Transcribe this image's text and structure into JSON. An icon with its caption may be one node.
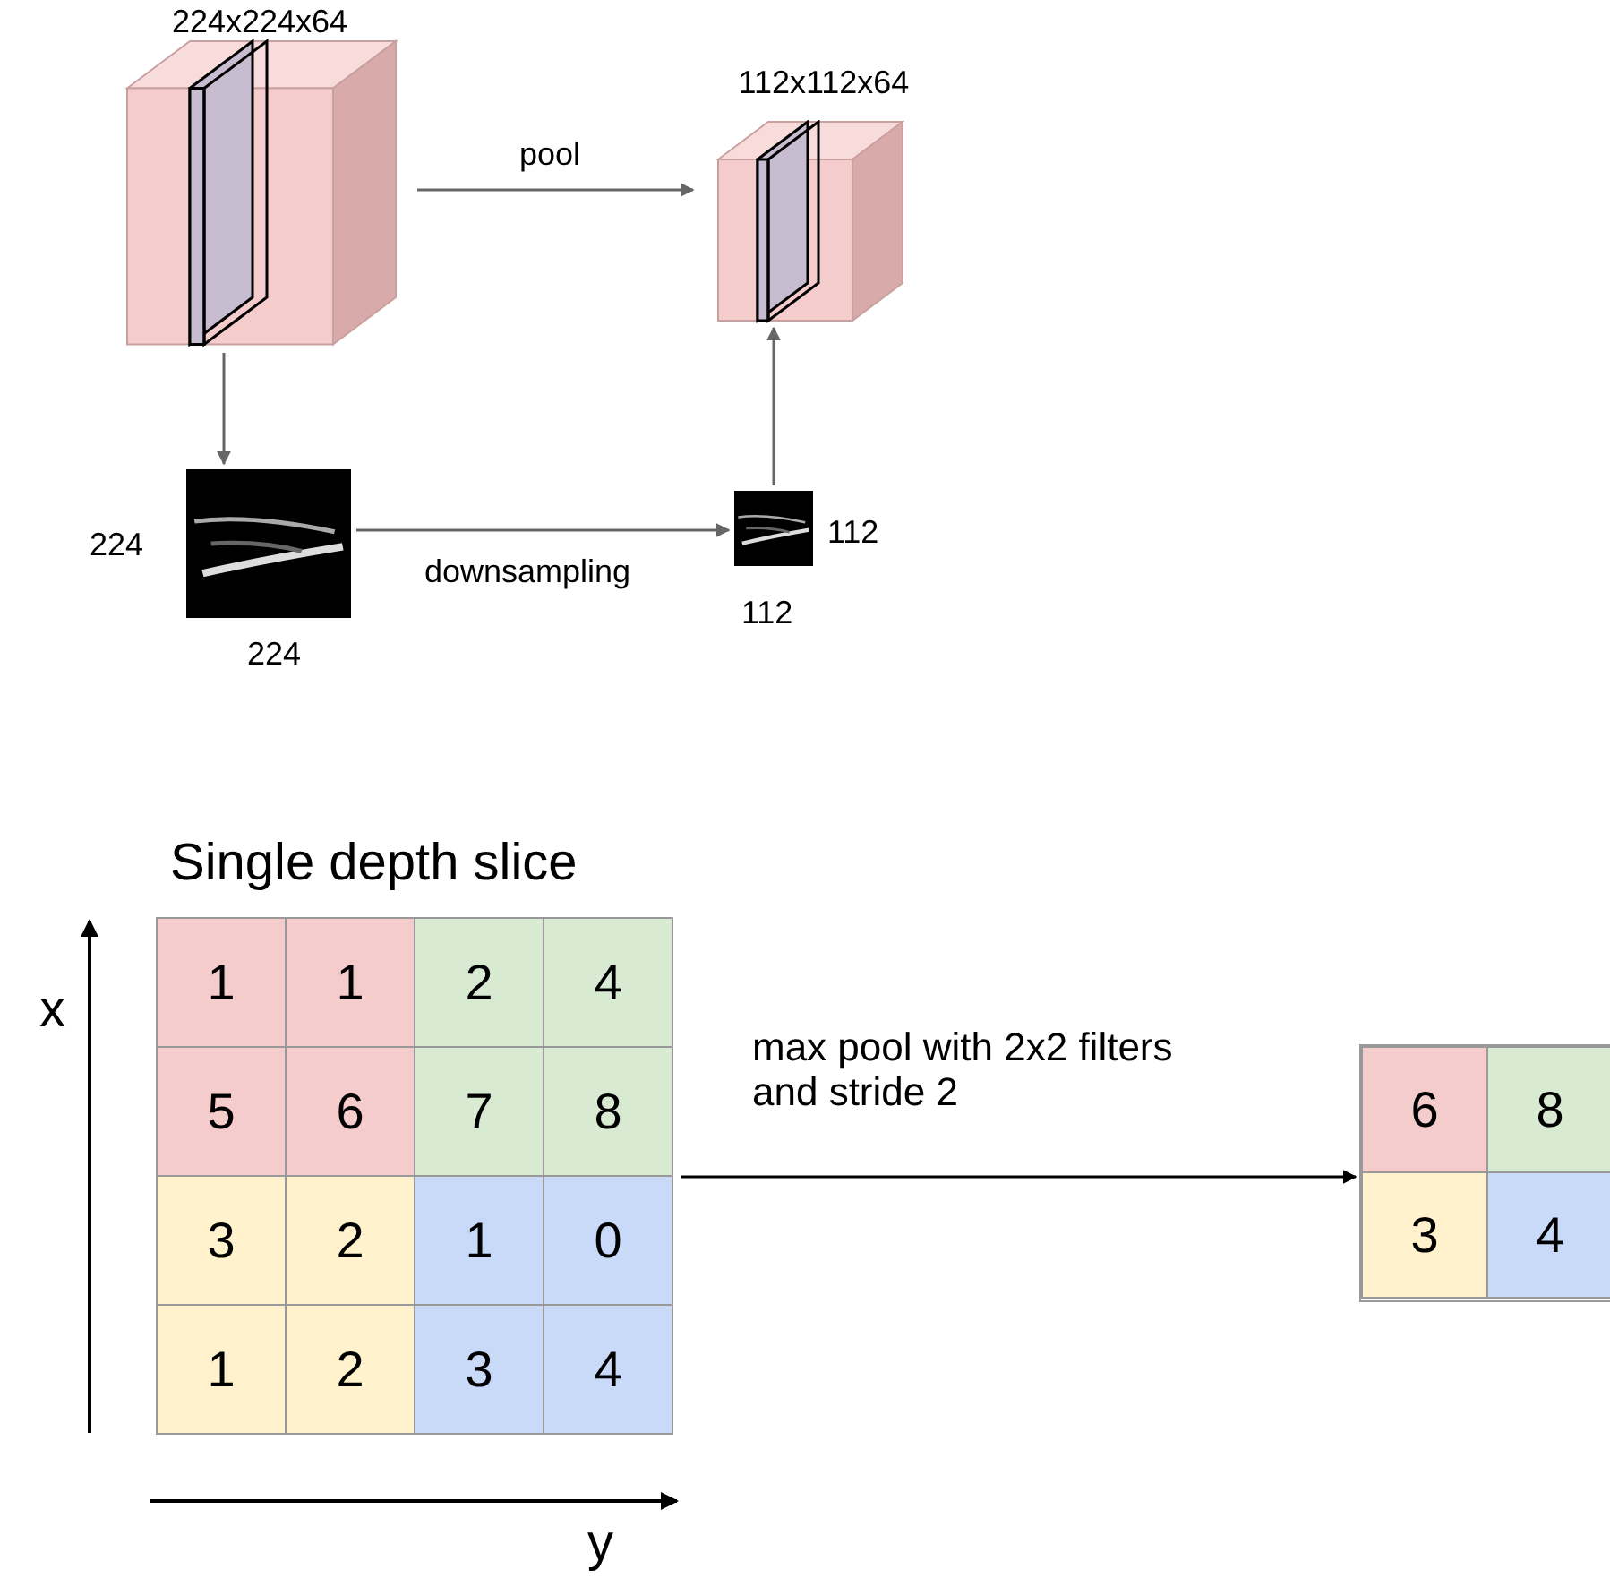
{
  "diagram": {
    "nodes": [
      {
        "text": [
          "224x224x64"
        ]
      },
      {
        "text": [
          "112x112x64"
        ]
      },
      {
        "text": [],
        "shape": "picture",
        "beside": [
          "224",
          "224"
        ]
      },
      {
        "text": [],
        "shape": "picture",
        "beside": [
          "112",
          "112"
        ]
      },
      {
        "text": [
          "Single depth slice"
        ]
      },
      {
        "text": [
          "1"
        ],
        "in": 4
      },
      {
        "text": [
          "1"
        ],
        "in": 4
      },
      {
        "text": [
          "2"
        ],
        "in": 4
      },
      {
        "text": [
          "4"
        ],
        "in": 4
      },
      {
        "text": [
          "5"
        ],
        "in": 4
      },
      {
        "text": [
          "6"
        ],
        "in": 4
      },
      {
        "text": [
          "7"
        ],
        "in": 4
      },
      {
        "text": [
          "8"
        ],
        "in": 4
      },
      {
        "text": [
          "3"
        ],
        "in": 4
      },
      {
        "text": [
          "2"
        ],
        "in": 4
      },
      {
        "text": [
          "1"
        ],
        "in": 4
      },
      {
        "text": [
          "0"
        ],
        "in": 4
      },
      {
        "text": [
          "1"
        ],
        "in": 4
      },
      {
        "text": [
          "2"
        ],
        "in": 4
      },
      {
        "text": [
          "3"
        ],
        "in": 4
      },
      {
        "text": [
          "4"
        ],
        "in": 4
      },
      {
        "text": [],
        "shape": "box"
      },
      {
        "text": [
          "6"
        ],
        "in": 21
      },
      {
        "text": [
          "8"
        ],
        "in": 21
      },
      {
        "text": [
          "3"
        ],
        "in": 21
      },
      {
        "text": [
          "4"
        ],
        "in": 21
      }
    ],
    "edges": [
      {
        "from": 0,
        "to": 1,
        "arrow": "to",
        "label": "pool"
      },
      {
        "from": 0,
        "to": 2,
        "arrow": "to"
      },
      {
        "from": 2,
        "to": 3,
        "arrow": "to",
        "label": "downsampling"
      },
      {
        "from": 3,
        "to": 1,
        "arrow": "to"
      },
      {
        "from": 4,
        "to": 21,
        "arrow": "to",
        "label": "max pool with 2x2 filters and stride 2",
        "color": "#000000"
      }
    ],
    "labels": [
      "x",
      "y"
    ]
  }
}
